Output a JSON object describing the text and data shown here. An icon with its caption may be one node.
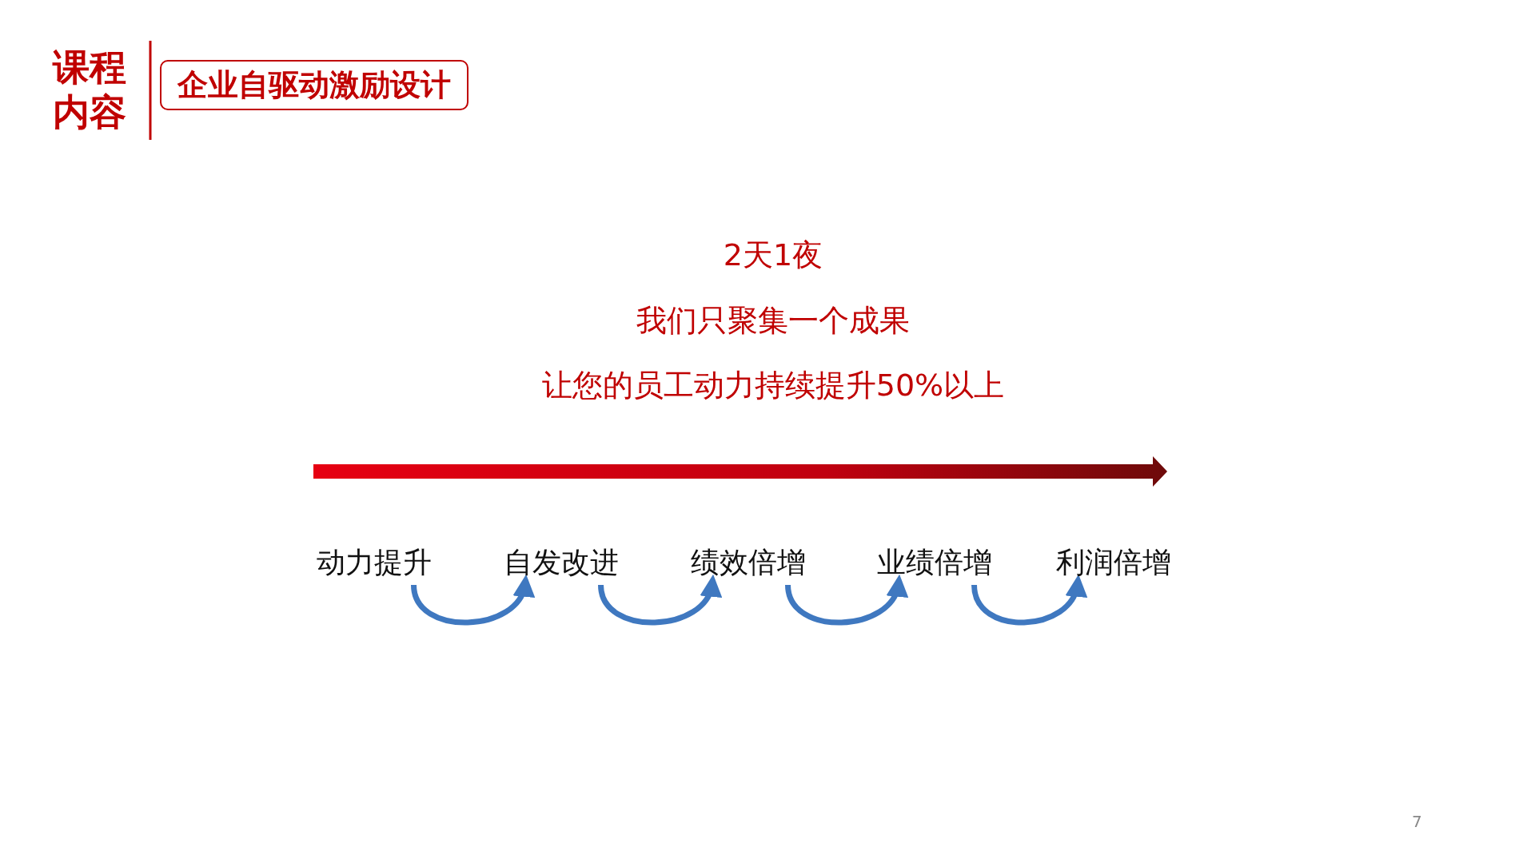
{
  "diagram": {
    "title": "课程内容",
    "nodes": [
      {
        "text": [
          "企业自驱动激励设计"
        ]
      },
      {
        "text": [
          "动力提升"
        ]
      },
      {
        "text": [
          "自发改进"
        ]
      },
      {
        "text": [
          "绩效倍增"
        ]
      },
      {
        "text": [
          "业绩倍增"
        ]
      },
      {
        "text": [
          "利润倍增"
        ]
      }
    ],
    "edges": [
      {
        "from": 1,
        "to": 2,
        "arrow": "to"
      },
      {
        "from": 2,
        "to": 3,
        "arrow": "to"
      },
      {
        "from": 3,
        "to": 4,
        "arrow": "to"
      },
      {
        "from": 4,
        "to": 5,
        "arrow": "to"
      }
    ],
    "labels": [
      "2天1夜",
      "我们只聚集一个成果",
      "让您的员工动力持续提升50%以上",
      "7"
    ]
  }
}
